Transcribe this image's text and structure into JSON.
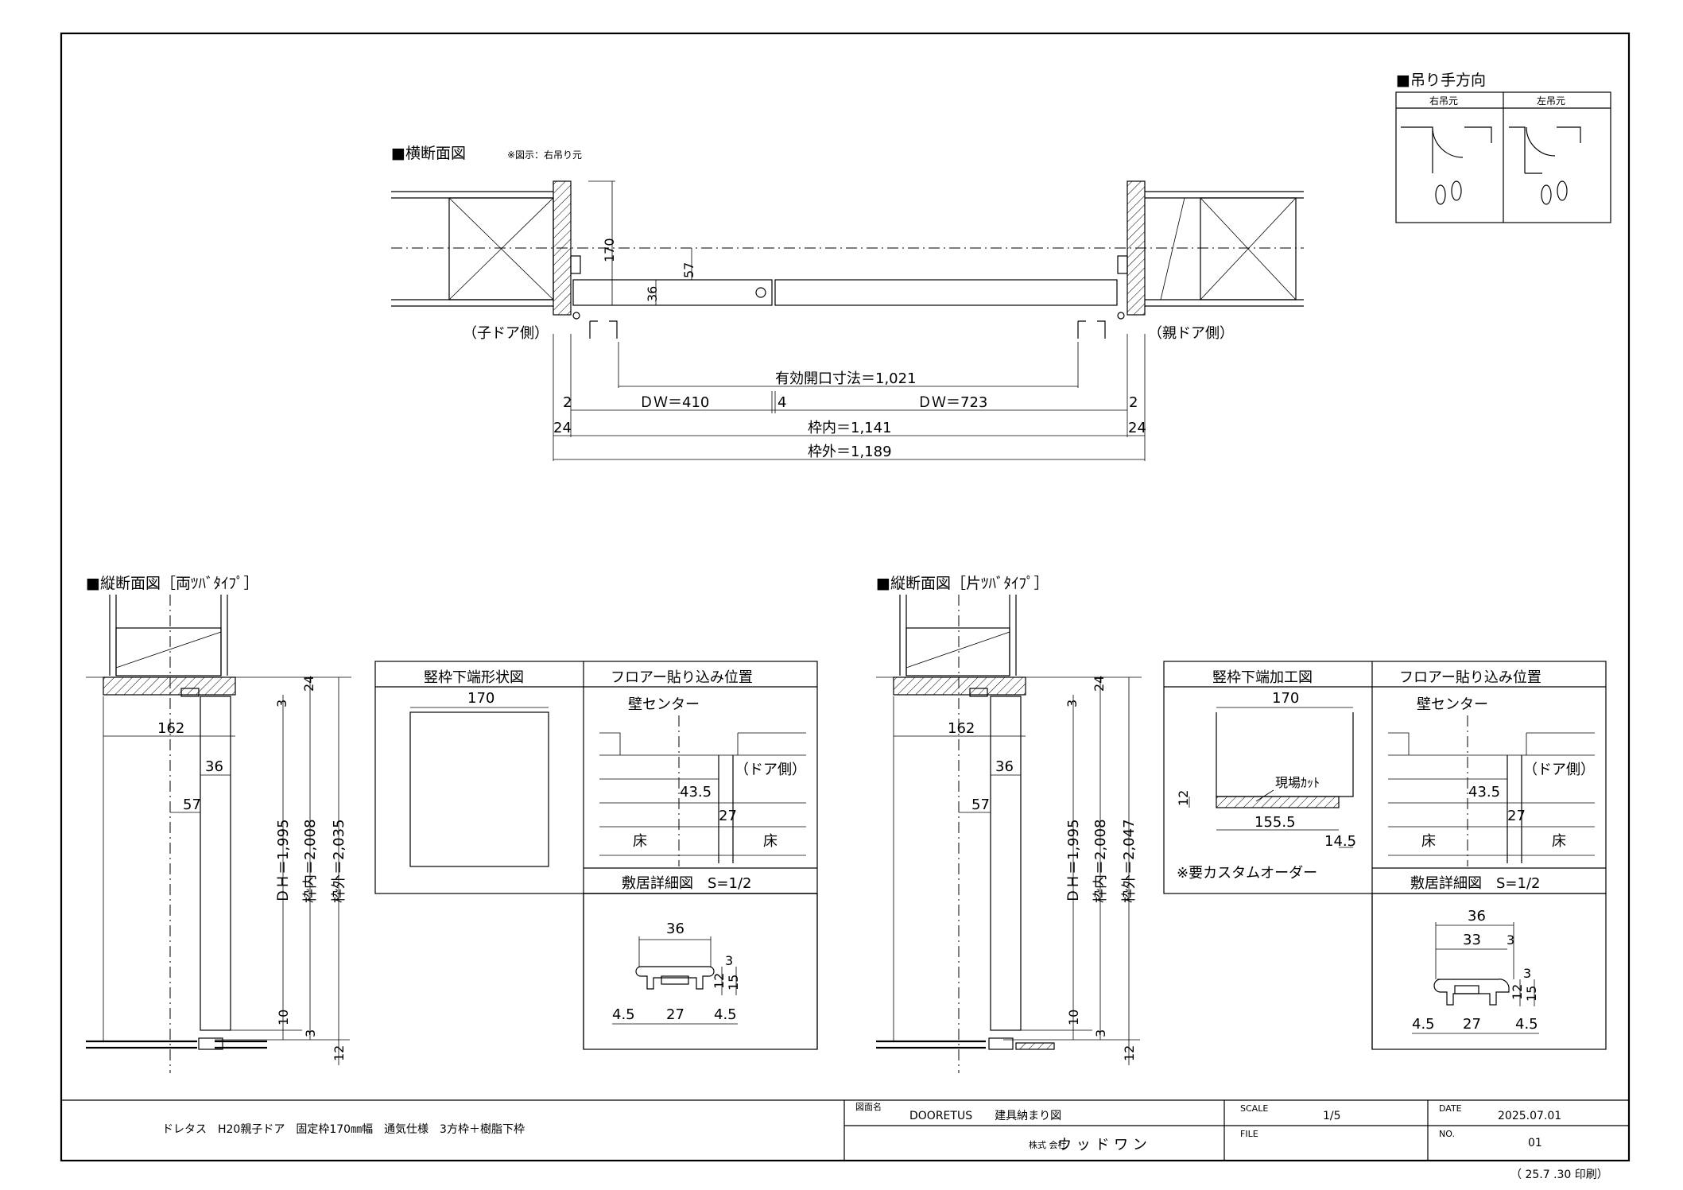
{
  "drawing": {
    "cross_section": {
      "title": "■横断面図",
      "note": "※図示：右吊り元",
      "left_side_label": "（子ドア側）",
      "right_side_label": "（親ドア側）",
      "dim_170": "170",
      "dim_57": "57",
      "dim_36": "36",
      "effective_opening": "有効開口寸法＝1,021",
      "dw_left": "ＤＷ＝410",
      "dw_right": "ＤＷ＝723",
      "gap_2_left": "2",
      "gap_4": "4",
      "gap_2_right": "2",
      "frame_24_left": "24",
      "frame_24_right": "24",
      "frame_inner": "枠内＝1,141",
      "frame_outer": "枠外＝1,189"
    },
    "hanging_direction": {
      "title": "■吊り手方向",
      "right": "右吊元",
      "left": "左吊元"
    },
    "vertical_both": {
      "title": "■縦断面図［両ﾂﾊﾞﾀｲﾌﾟ］",
      "dim_162": "162",
      "dim_36": "36",
      "dim_57": "57",
      "dim_3_top": "3",
      "dim_24": "24",
      "dh": "ＤＨ＝1,995",
      "inner": "枠内＝2,008",
      "outer": "枠外＝2,035",
      "dim_10": "10",
      "dim_3_bottom": "3",
      "dim_12": "12"
    },
    "vertical_single": {
      "title": "■縦断面図［片ﾂﾊﾞﾀｲﾌﾟ］",
      "dim_162": "162",
      "dim_36": "36",
      "dim_57": "57",
      "dim_3_top": "3",
      "dim_24": "24",
      "dh": "ＤＨ＝1,995",
      "inner": "枠内＝2,008",
      "outer": "枠外＝2,047",
      "dim_10": "10",
      "dim_3_bottom": "3",
      "dim_12": "12"
    },
    "detail_left": {
      "header_a": "竪枠下端形状図",
      "header_b": "フロアー貼り込み位置",
      "dim_170": "170",
      "wall_center": "壁センター",
      "door_side": "（ドア側）",
      "dim_43_5": "43.5",
      "dim_27": "27",
      "floor_l": "床",
      "floor_r": "床",
      "sill_title": "敷居詳細図　S=1/2",
      "sill_36": "36",
      "sill_3": "3",
      "sill_12": "12",
      "sill_15": "15",
      "sill_4_5_l": "4.5",
      "sill_27": "27",
      "sill_4_5_r": "4.5"
    },
    "detail_right": {
      "header_a": "竪枠下端加工図",
      "header_b": "フロアー貼り込み位置",
      "dim_170": "170",
      "field_cut": "現場ｶｯﾄ",
      "dim_12": "12",
      "dim_155_5": "155.5",
      "dim_14_5": "14.5",
      "custom_order": "※要カスタムオーダー",
      "wall_center": "壁センター",
      "door_side": "（ドア側）",
      "dim_43_5": "43.5",
      "dim_27": "27",
      "floor_l": "床",
      "floor_r": "床",
      "sill_title": "敷居詳細図　S=1/2",
      "sill_36": "36",
      "sill_33": "33",
      "sill_3a": "3",
      "sill_3b": "3",
      "sill_12": "12",
      "sill_15": "15",
      "sill_4_5_l": "4.5",
      "sill_27": "27",
      "sill_4_5_r": "4.5"
    }
  },
  "title_block": {
    "product": "ドレタス　H20親子ドア　固定枠170㎜幅　通気仕様　3方枠＋樹脂下枠",
    "drawing_name_label": "図面名",
    "drawing_name": "DOORETUS　　建具納まり図",
    "company_prefix": "株式\n会社",
    "company": "ウ ッ ド ワ ン",
    "scale_label": "SCALE",
    "scale": "1/5",
    "file_label": "FILE",
    "date_label": "DATE",
    "date": "2025.07.01",
    "no_label": "NO.",
    "no": "01",
    "print_date": "（ 25.7 .30 印刷）"
  }
}
